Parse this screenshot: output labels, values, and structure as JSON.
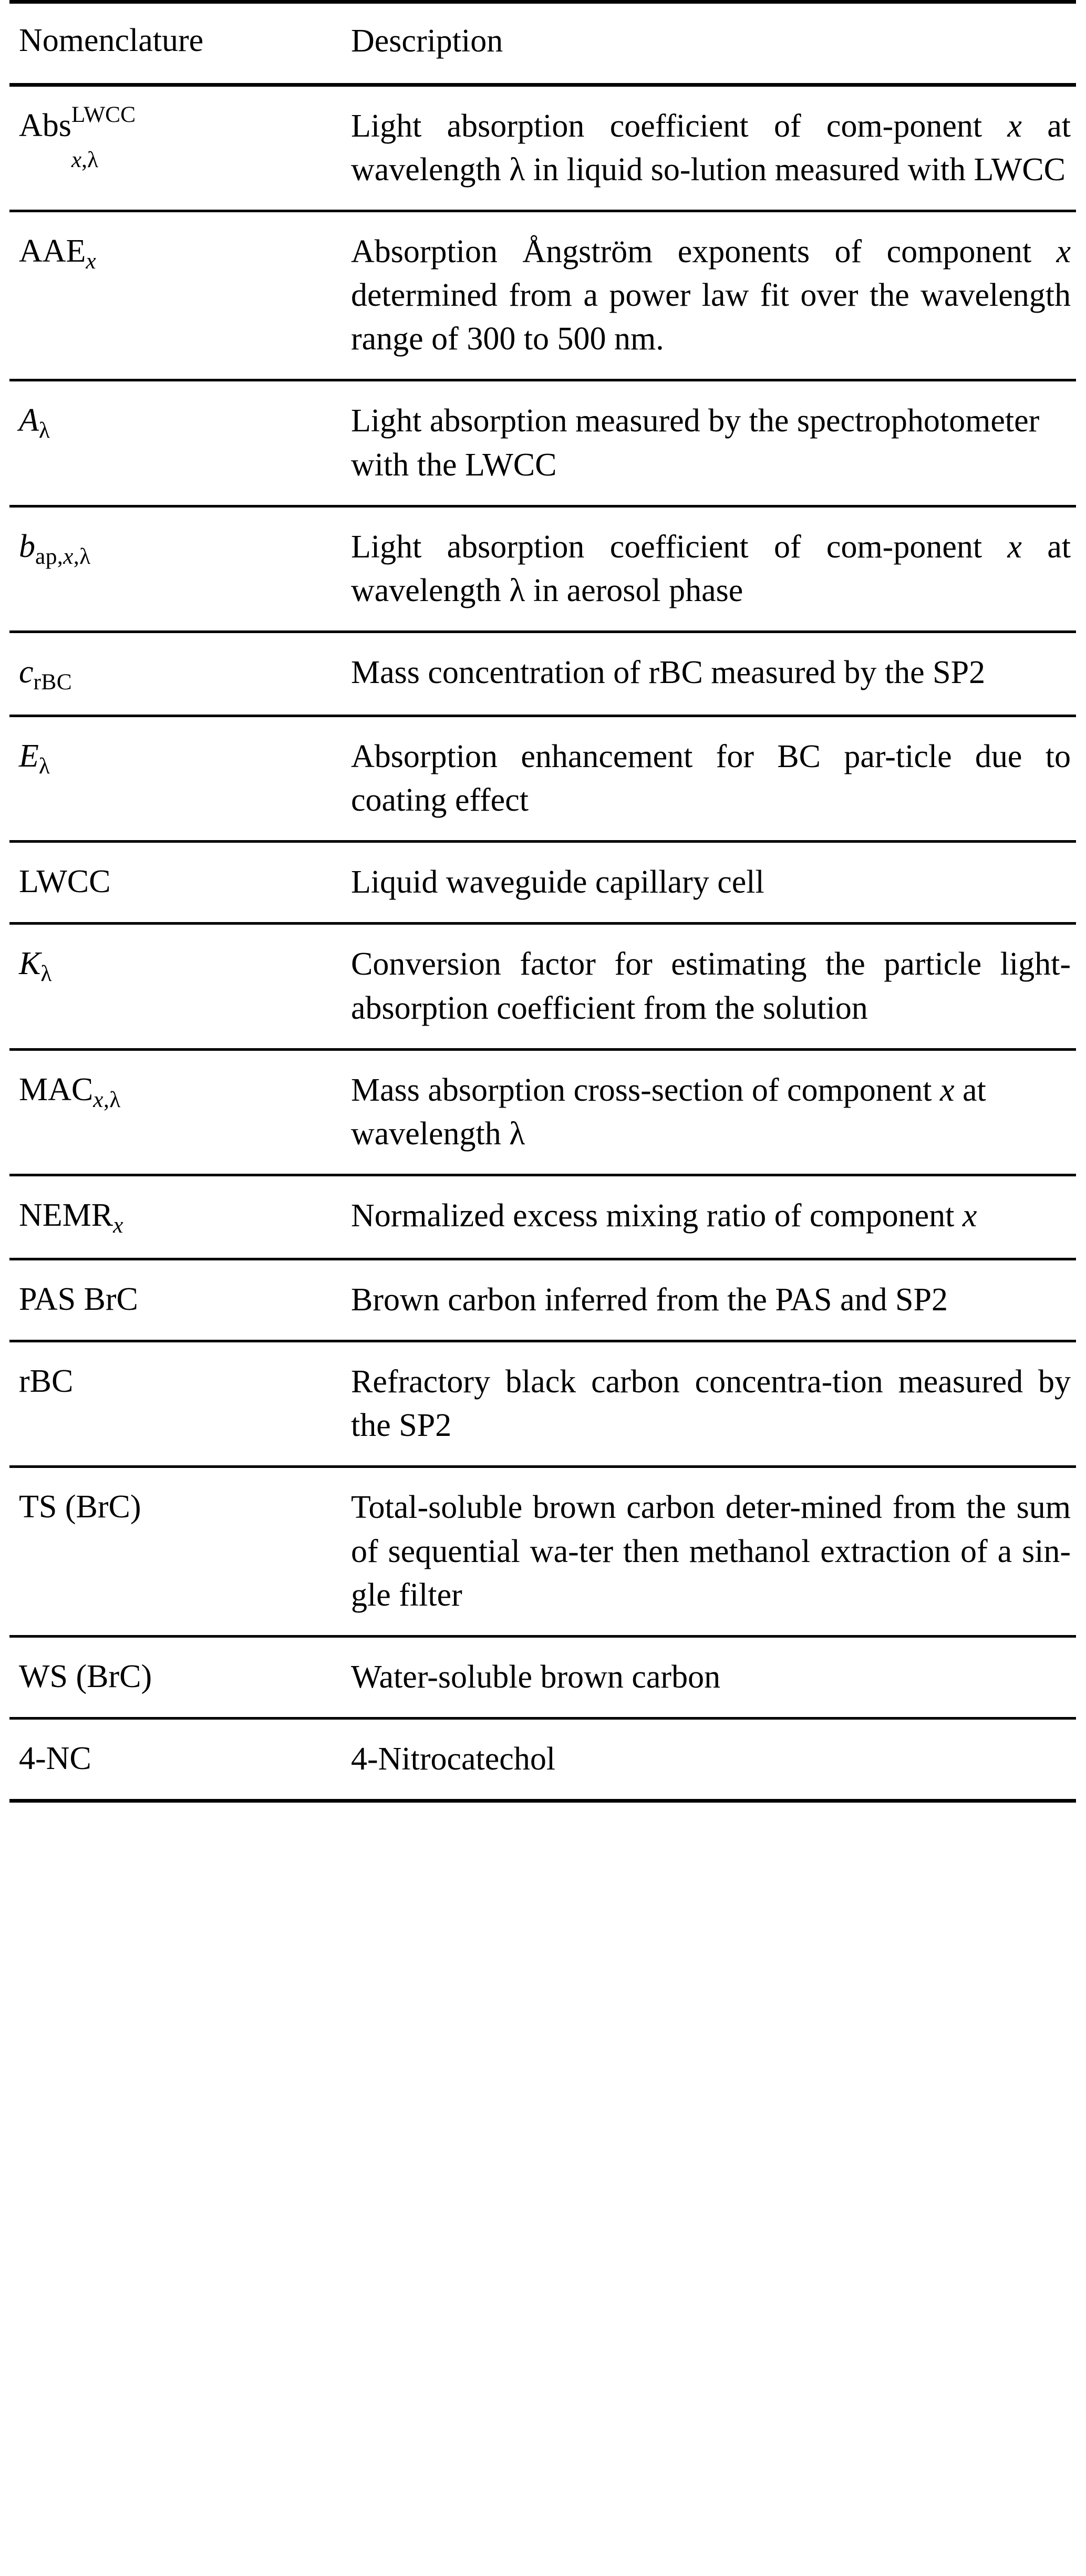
{
  "table": {
    "columns": {
      "term_header": "Nomenclature",
      "description_header": "Description"
    },
    "rows": [
      {
        "term_plain": "Abs_{x,λ}^{LWCC}",
        "term_base": "Abs",
        "term_sup": "LWCC",
        "term_sub": "x,λ",
        "description": "Light absorption coefficient of com-ponent x at wavelength λ in liquid so-lution measured with LWCC",
        "desc_parts": [
          "Light absorption coefficient of com-ponent ",
          "x",
          " at wavelength λ in liquid so-lution measured with LWCC"
        ],
        "justified": true
      },
      {
        "term_plain": "AAE_x",
        "term_base": "AAE",
        "term_sub": "x",
        "description": "Absorption Ångström exponents of component x determined from a power law fit over the wavelength range of 300 to 500 nm.",
        "desc_parts": [
          "Absorption Ångström exponents of component ",
          "x",
          " determined from a power law fit over the wavelength range of 300 to 500 nm."
        ],
        "justified": true
      },
      {
        "term_plain": "A_λ",
        "term_base": "A",
        "term_base_italic": true,
        "term_sub": "λ",
        "description": "Light absorption measured by the spectrophotometer with the LWCC",
        "desc_parts": [
          "Light absorption measured by the spectrophotometer with the LWCC"
        ],
        "justified": false
      },
      {
        "term_plain": "b_{ap,x,λ}",
        "term_base": "b",
        "term_base_italic": true,
        "term_sub": "ap,x,λ",
        "description": "Light absorption coefficient of com-ponent x at wavelength λ in aerosol phase",
        "desc_parts": [
          "Light absorption coefficient of com-ponent ",
          "x",
          " at wavelength λ in aerosol phase"
        ],
        "justified": true
      },
      {
        "term_plain": "c_rBC",
        "term_base": "c",
        "term_base_italic": true,
        "term_sub": "rBC",
        "description": "Mass concentration of rBC measured by the SP2",
        "desc_parts": [
          "Mass concentration of rBC measured by the SP2"
        ],
        "justified": false
      },
      {
        "term_plain": "E_λ",
        "term_base": "E",
        "term_base_italic": true,
        "term_sub": "λ",
        "description": "Absorption enhancement for BC par-ticle due to coating effect",
        "desc_parts": [
          "Absorption enhancement for BC par-ticle due to coating effect"
        ],
        "justified": true
      },
      {
        "term_plain": "LWCC",
        "term_base": "LWCC",
        "description": "Liquid waveguide capillary cell",
        "desc_parts": [
          "Liquid waveguide capillary cell"
        ],
        "justified": false
      },
      {
        "term_plain": "K_λ",
        "term_base": "K",
        "term_base_italic": true,
        "term_sub": "λ",
        "description": "Conversion factor for estimating the particle light-absorption coefficient from the solution",
        "desc_parts": [
          "Conversion factor for estimating the particle light-absorption coefficient from the solution"
        ],
        "justified": true
      },
      {
        "term_plain": "MAC_{x,λ}",
        "term_base": "MAC",
        "term_sub": "x,λ",
        "description": "Mass absorption cross-section of component x at wavelength λ",
        "desc_parts": [
          "Mass absorption cross-section of component ",
          "x",
          " at wavelength λ"
        ],
        "justified": false
      },
      {
        "term_plain": "NEMR_x",
        "term_base": "NEMR",
        "term_sub": "x",
        "description": "Normalized excess mixing ratio of component x",
        "desc_parts": [
          "Normalized excess mixing ratio of component ",
          "x",
          ""
        ],
        "justified": false
      },
      {
        "term_plain": "PAS BrC",
        "term_base": "PAS BrC",
        "description": "Brown carbon inferred from the PAS and SP2",
        "desc_parts": [
          "Brown carbon inferred from the PAS and SP2"
        ],
        "justified": false
      },
      {
        "term_plain": "rBC",
        "term_base": "rBC",
        "description": "Refractory black carbon concentra-tion measured by the SP2",
        "desc_parts": [
          "Refractory black carbon concentra-tion measured by the SP2"
        ],
        "justified": true
      },
      {
        "term_plain": "TS (BrC)",
        "term_base": "TS (BrC)",
        "description": "Total-soluble brown carbon deter-mined from the sum of sequential wa-ter then methanol extraction of a sin-gle filter",
        "desc_parts": [
          "Total-soluble brown carbon deter-mined from the sum of sequential wa-ter then methanol extraction of a sin-gle filter"
        ],
        "justified": true
      },
      {
        "term_plain": "WS (BrC)",
        "term_base": "WS (BrC)",
        "description": "Water-soluble brown carbon",
        "desc_parts": [
          "Water-soluble brown carbon"
        ],
        "justified": false
      },
      {
        "term_plain": "4-NC",
        "term_base": "4-NC",
        "description": "4-Nitrocatechol",
        "desc_parts": [
          "4-Nitrocatechol"
        ],
        "justified": false
      }
    ]
  },
  "style": {
    "text_color": "#000000",
    "background_color": "#ffffff",
    "rule_color": "#000000"
  }
}
